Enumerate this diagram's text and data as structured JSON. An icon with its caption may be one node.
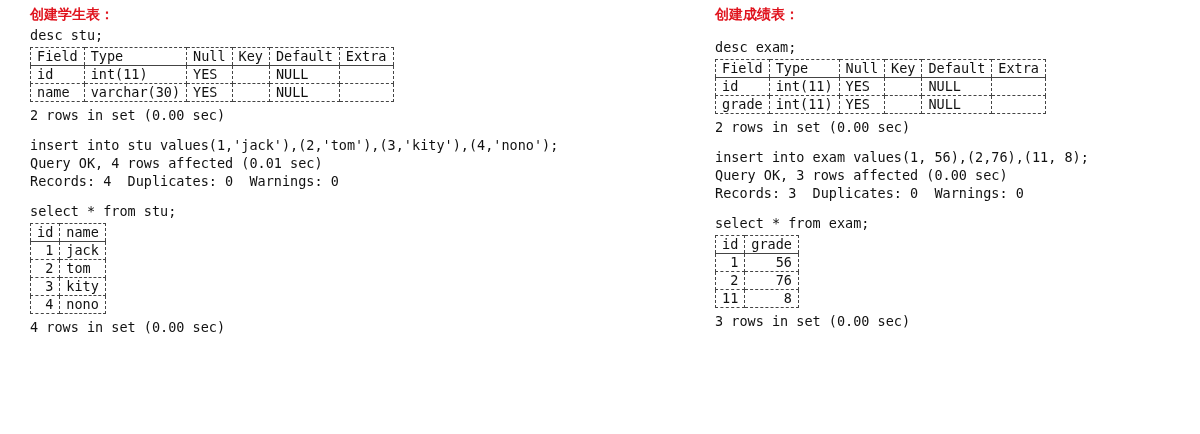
{
  "diagram": {
    "labels": [
      "创建学生表：",
      "desc stu;",
      "Field",
      "Type",
      "Null",
      "Key",
      "Default",
      "Extra",
      "id",
      "int(11)",
      "YES",
      "NULL",
      "name",
      "varchar(30)",
      "YES",
      "NULL",
      "2 rows in set (0.00 sec)",
      "insert into stu values(1,'jack'),(2,'tom'),(3,'kity'),(4,'nono');",
      "Query OK, 4 rows affected (0.01 sec)",
      "Records: 4  Duplicates: 0  Warnings: 0",
      "select * from stu;",
      "id",
      "name",
      "1",
      "jack",
      "2",
      "tom",
      "3",
      "kity",
      "4",
      "nono",
      "4 rows in set (0.00 sec)",
      "创建成绩表：",
      "desc exam;",
      "Field",
      "Type",
      "Null",
      "Key",
      "Default",
      "Extra",
      "id",
      "int(11)",
      "YES",
      "NULL",
      "grade",
      "int(11)",
      "YES",
      "NULL",
      "2 rows in set (0.00 sec)",
      "insert into exam values(1, 56),(2,76),(11, 8);",
      "Query OK, 3 rows affected (0.00 sec)",
      "Records: 3  Duplicates: 0  Warnings: 0",
      "select * from exam;",
      "id",
      "grade",
      "1",
      "56",
      "2",
      "76",
      "11",
      "8",
      "3 rows in set (0.00 sec)"
    ]
  }
}
